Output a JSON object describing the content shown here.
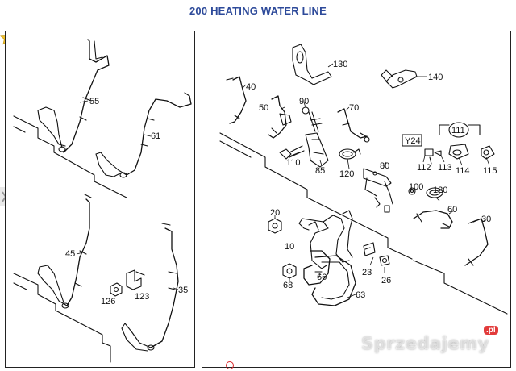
{
  "title": "200 HEATING WATER LINE",
  "left_panel": {
    "labels": [
      "55",
      "61",
      "45",
      "35",
      "126",
      "123"
    ]
  },
  "right_panel": {
    "labels": [
      "130",
      "140",
      "40",
      "50",
      "90",
      "70",
      "Y24",
      "111",
      "110",
      "85",
      "120",
      "80",
      "112",
      "113",
      "114",
      "115",
      "100",
      "120",
      "60",
      "30",
      "20",
      "10",
      "68",
      "66",
      "23",
      "26",
      "63"
    ]
  },
  "watermark": {
    "text": "Sprzedajemy",
    "badge": ".pl"
  },
  "icons": [
    "favorite-star-icon",
    "prev-arrow-icon",
    "next-arrow-icon"
  ],
  "colors": {
    "title": "#2d4a9a",
    "star": "#f2c12e",
    "badge": "#e23b3b",
    "mark": "#d8262a"
  }
}
